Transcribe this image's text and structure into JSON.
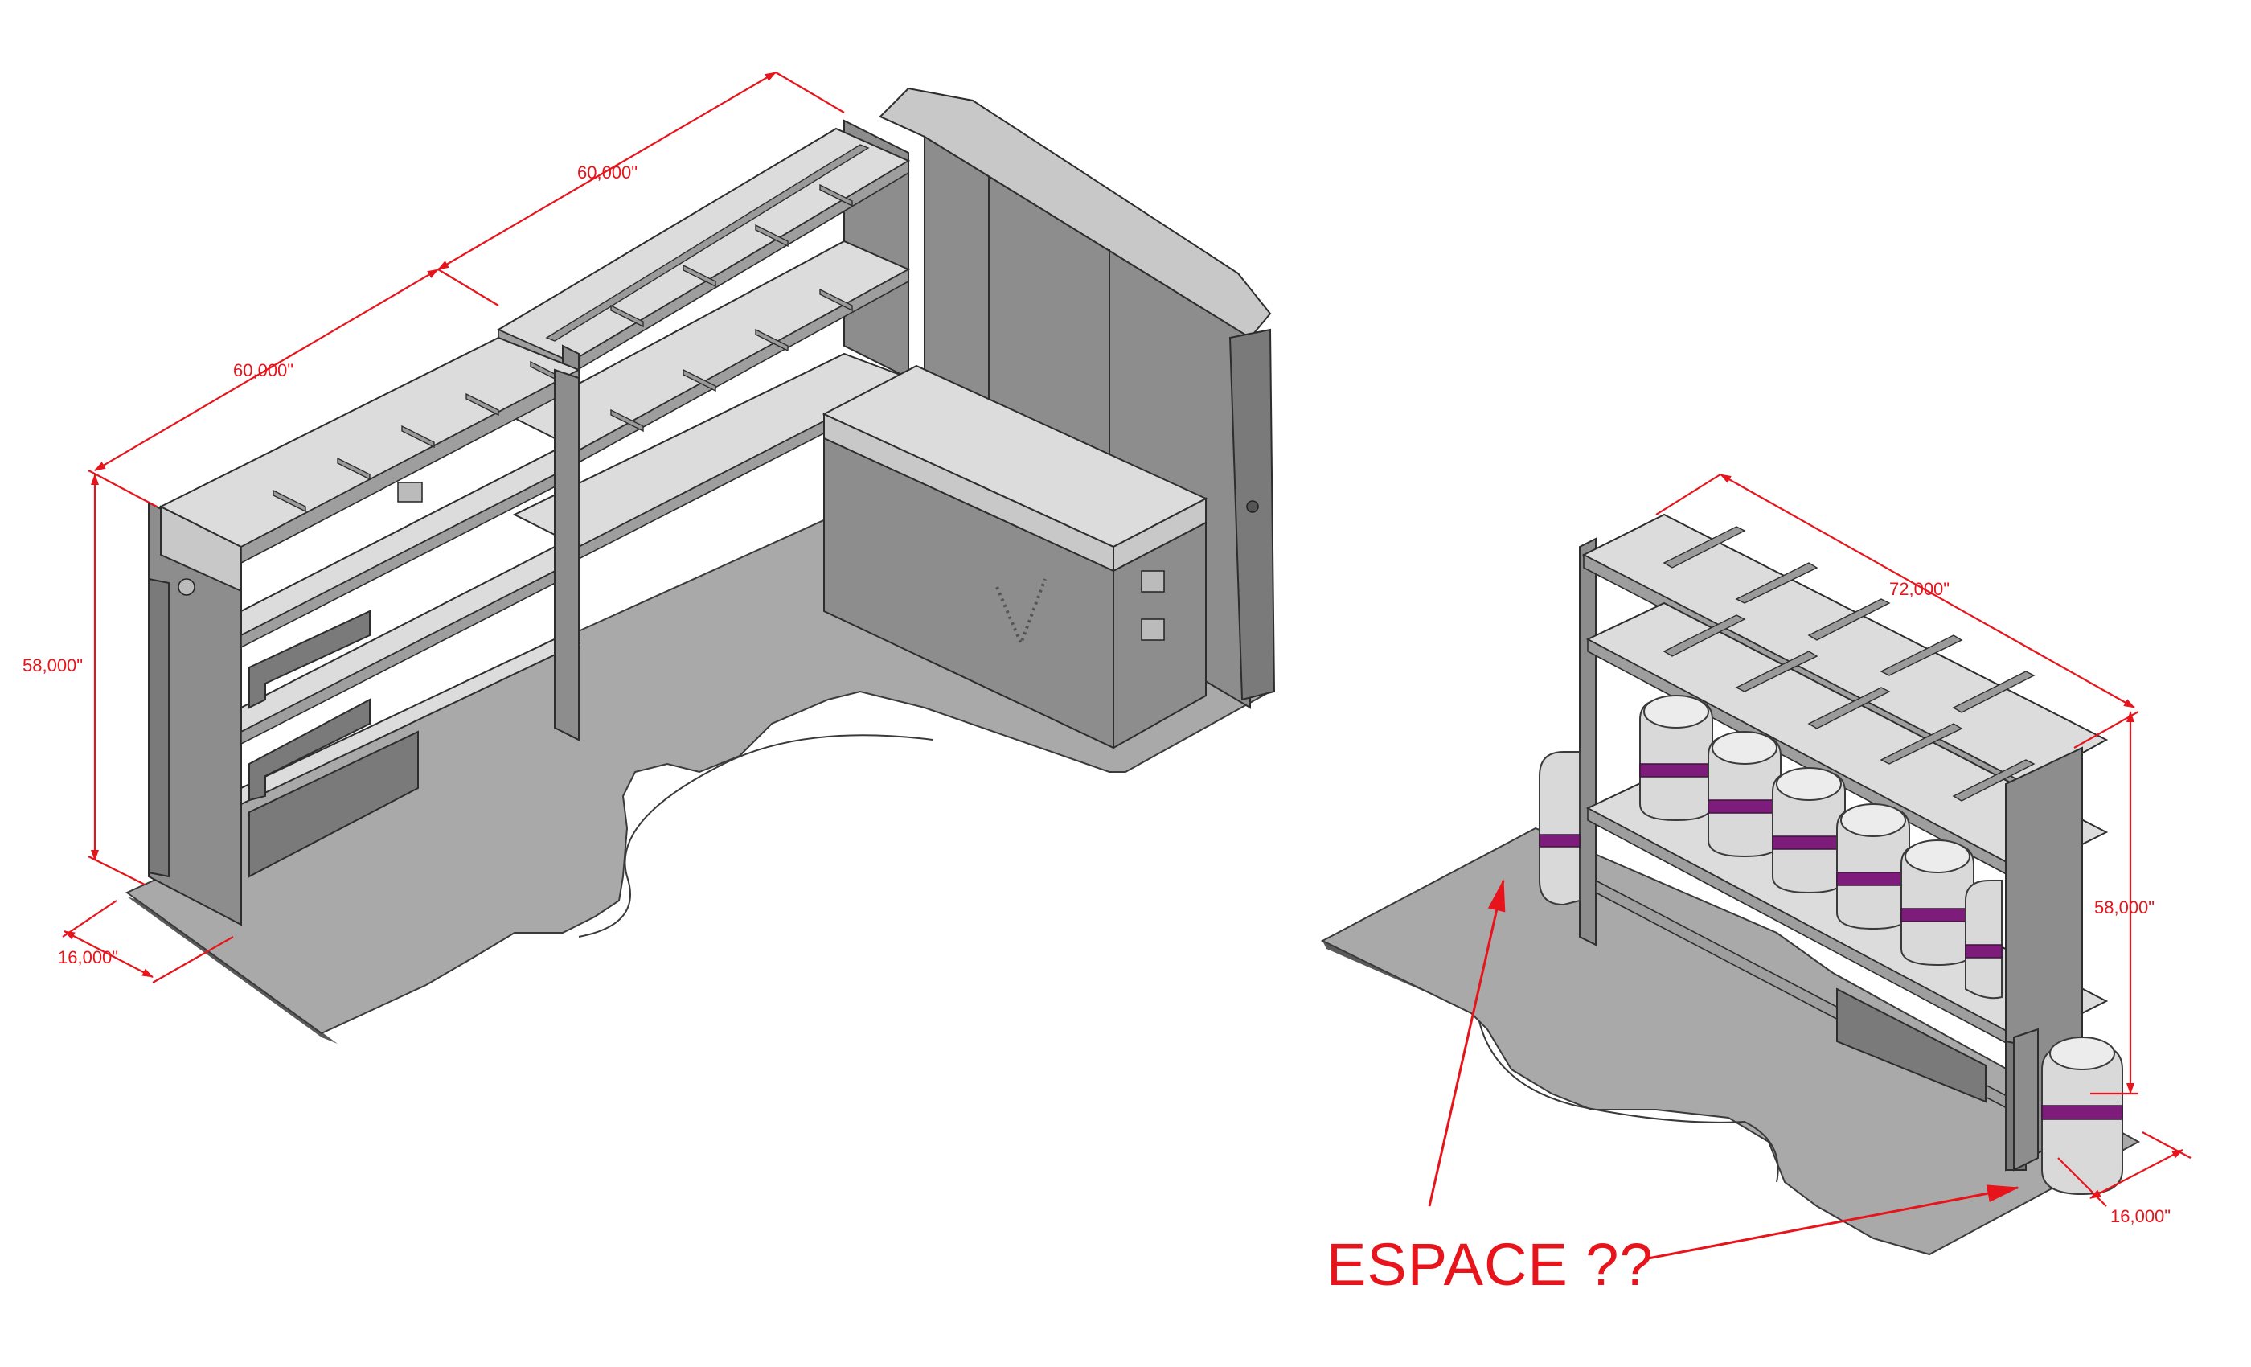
{
  "left_unit": {
    "dim_length_upper": "60,000\"",
    "dim_length_lower": "60,000\"",
    "dim_height": "58,000\"",
    "dim_depth": "16,000\""
  },
  "right_unit": {
    "dim_length": "72,000\"",
    "dim_height": "58,000\"",
    "dim_depth": "16,000\""
  },
  "annotation": {
    "label": "ESPACE ??"
  },
  "colors": {
    "dimension": "#e8141b",
    "tank_band": "#7d1c7a",
    "floor": "#a9a9a9",
    "metal": "#8d8d8d"
  }
}
